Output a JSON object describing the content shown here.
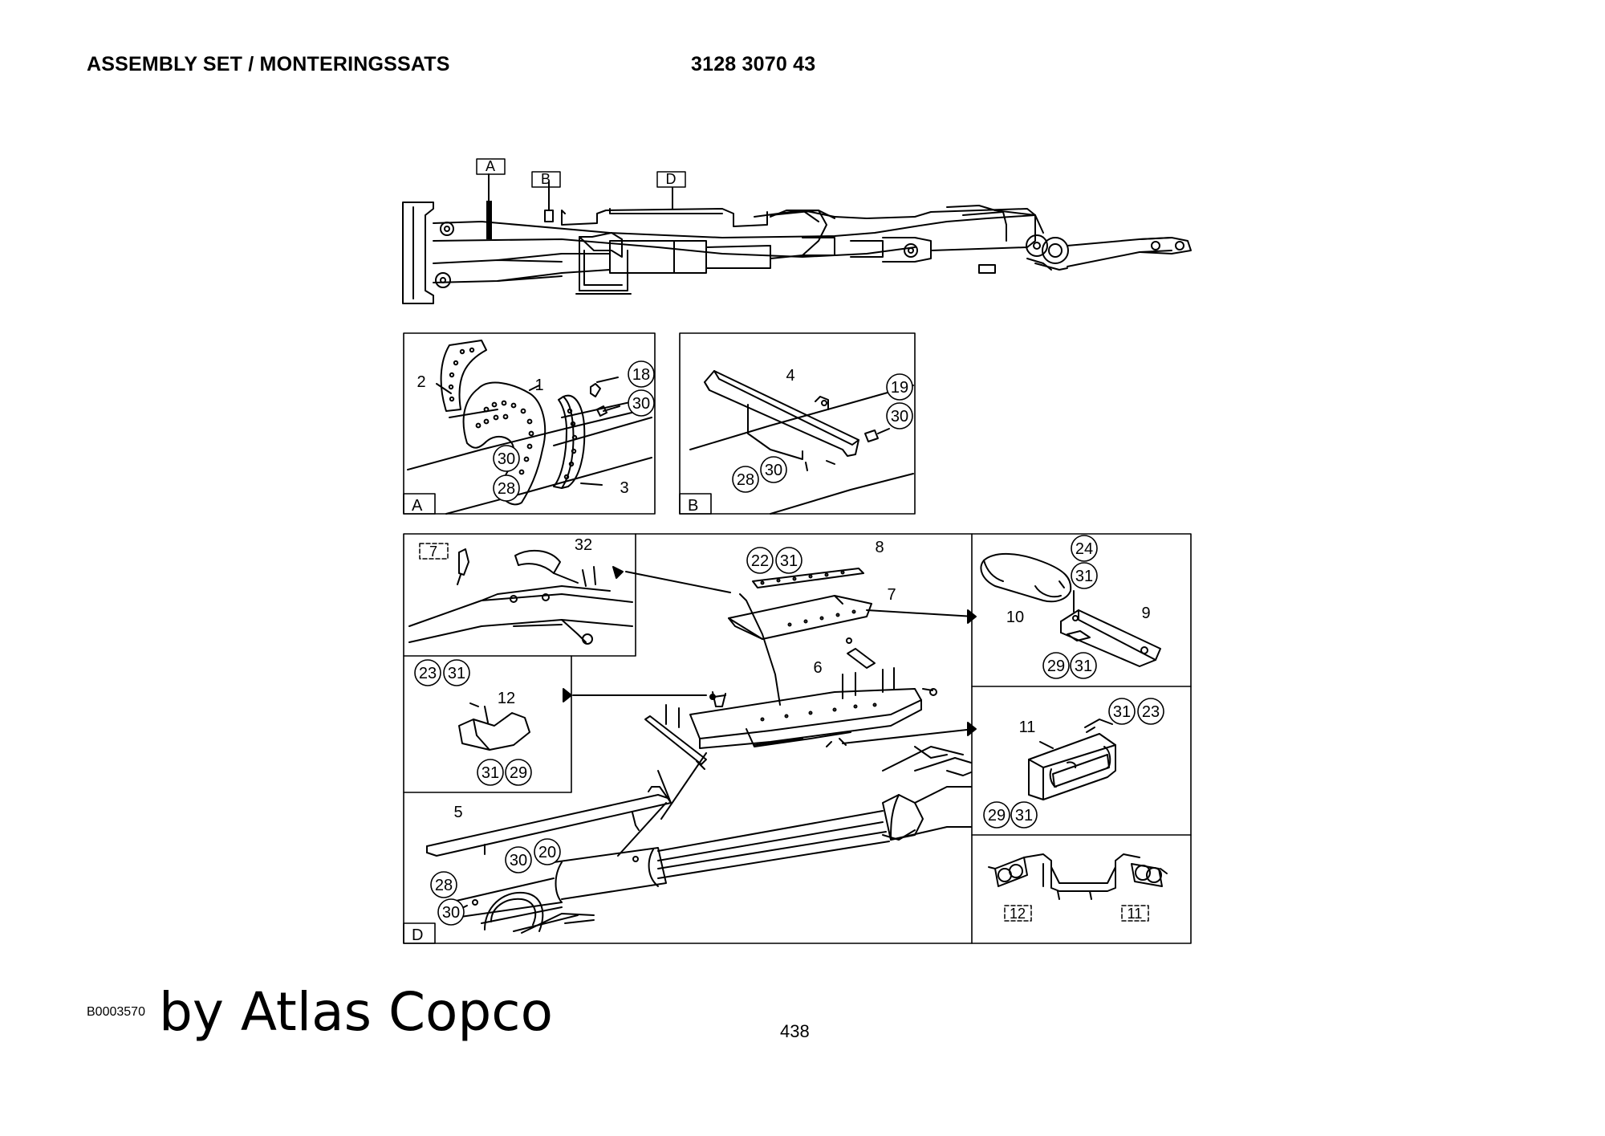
{
  "header": {
    "title": "ASSEMBLY SET / MONTERINGSSATS",
    "part_number": "3128 3070 43"
  },
  "footer": {
    "drawing_ref": "B0003570",
    "byline": "by Atlas Copco",
    "page": "438"
  },
  "overview": {
    "tags": [
      "A",
      "B",
      "D"
    ]
  },
  "panel_a": {
    "label": "A",
    "callouts": [
      "18",
      "30",
      "30",
      "28"
    ],
    "plain_labels": [
      "2",
      "1",
      "3"
    ]
  },
  "panel_b": {
    "label": "B",
    "callouts": [
      "19",
      "30",
      "28",
      "30"
    ],
    "plain_labels": [
      "4"
    ]
  },
  "panel_d": {
    "label": "D",
    "ref_boxes": [
      "7",
      "12",
      "11"
    ],
    "callouts": [
      "22",
      "31",
      "24",
      "31",
      "29",
      "31",
      "23",
      "31",
      "31",
      "29",
      "31",
      "23",
      "29",
      "31",
      "30",
      "20",
      "28",
      "30"
    ],
    "plain_labels": [
      "32",
      "8",
      "7",
      "10",
      "9",
      "12",
      "6",
      "11",
      "5"
    ]
  }
}
